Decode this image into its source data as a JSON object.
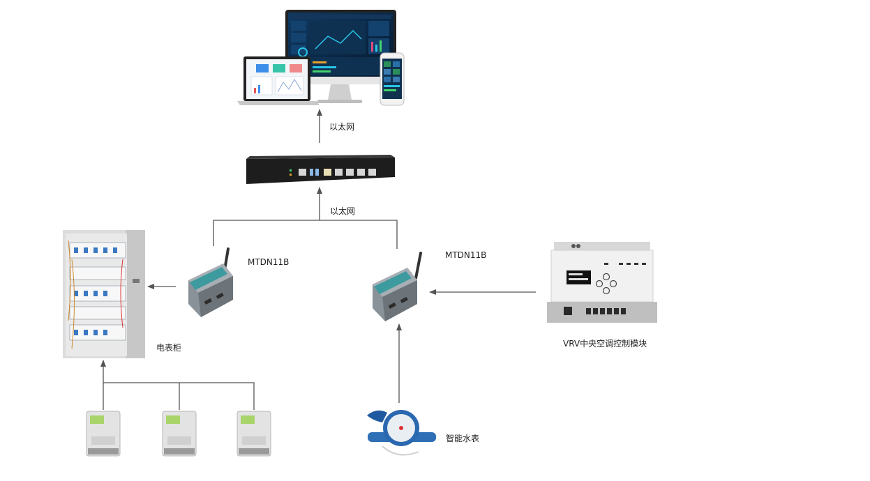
{
  "labels": {
    "ethernet_top": "以太网",
    "ethernet_mid": "以太网",
    "gateway_left": "MTDN11B",
    "gateway_right": "MTDN11B",
    "meter_cabinet": "电表柜",
    "vrv_module": "VRV中央空调控制模块",
    "water_meter": "智能水表"
  },
  "colors": {
    "line": "#555555",
    "monitor_screen": "#0b2a4a",
    "accent_cyan": "#29c6e8",
    "device_body": "#7e868c",
    "gateway_teal": "#3d9a9e"
  }
}
